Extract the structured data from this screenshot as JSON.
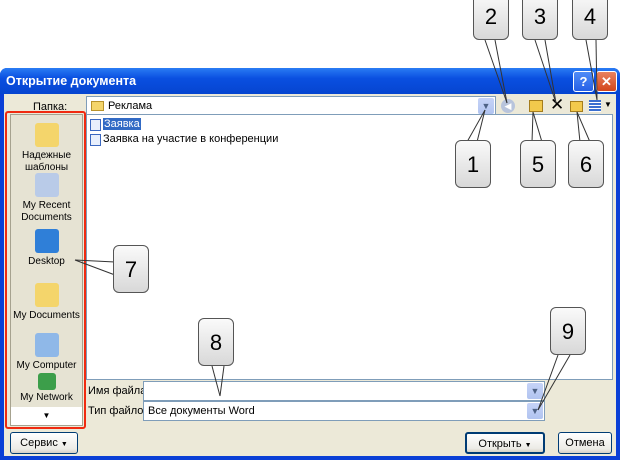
{
  "window": {
    "title": "Открытие документа",
    "help_button": "?",
    "close_button": "✕"
  },
  "folder_bar": {
    "label": "Папка:",
    "value": "Реклама"
  },
  "toolbar": {
    "icons": [
      "back-icon",
      "up-folder-icon",
      "delete-icon",
      "new-folder-icon",
      "views-icon"
    ]
  },
  "places": [
    {
      "label": "Надежные шаблоны",
      "icon": "folder-icon"
    },
    {
      "label": "My Recent Documents",
      "icon": "recent-documents-icon"
    },
    {
      "label": "Desktop",
      "icon": "desktop-icon"
    },
    {
      "label": "My Documents",
      "icon": "my-documents-icon"
    },
    {
      "label": "My Computer",
      "icon": "my-computer-icon"
    },
    {
      "label": "My Network",
      "icon": "network-icon"
    }
  ],
  "files": [
    {
      "name": "Заявка",
      "selected": true
    },
    {
      "name": "Заявка на участие в конференции",
      "selected": false
    }
  ],
  "filename": {
    "label": "Имя файла:",
    "value": ""
  },
  "filetype": {
    "label": "Тип файлов:",
    "value": "Все документы Word"
  },
  "buttons": {
    "tools": "Сервис",
    "open": "Открыть",
    "cancel": "Отмена"
  },
  "callouts": [
    "1",
    "2",
    "3",
    "4",
    "5",
    "6",
    "7",
    "8",
    "9"
  ],
  "colors": {
    "titlebar": "#0a4fe0",
    "highlight": "#f02a10",
    "selection": "#316ac5"
  }
}
